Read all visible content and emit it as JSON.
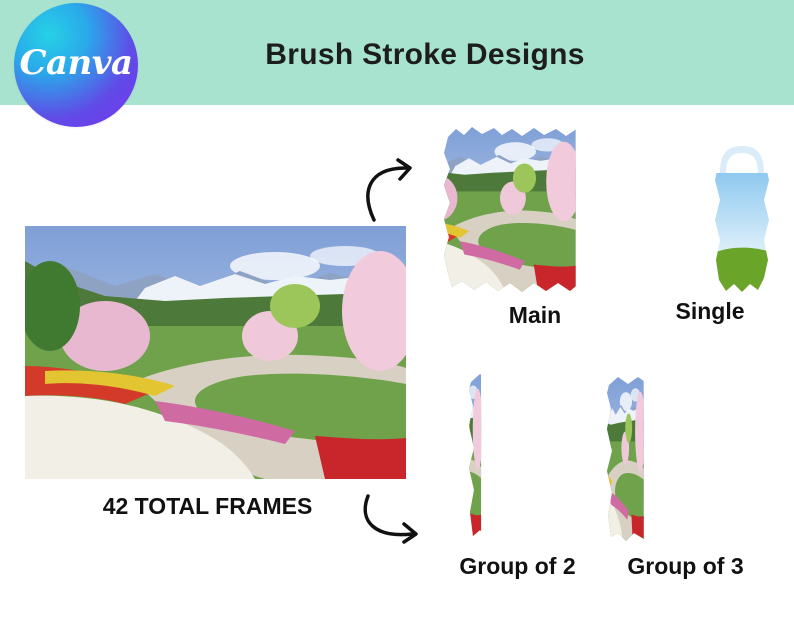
{
  "header": {
    "logo_text": "Canva",
    "title": "Brush Stroke Designs",
    "band_color": "#a7e3cf"
  },
  "photo": {
    "caption": "42 TOTAL FRAMES"
  },
  "variants": {
    "main_label": "Main",
    "single_label": "Single",
    "group2_label": "Group of 2",
    "group3_label": "Group of 3"
  },
  "icons": [
    "curved-arrow-icon",
    "curved-arrow-icon"
  ]
}
